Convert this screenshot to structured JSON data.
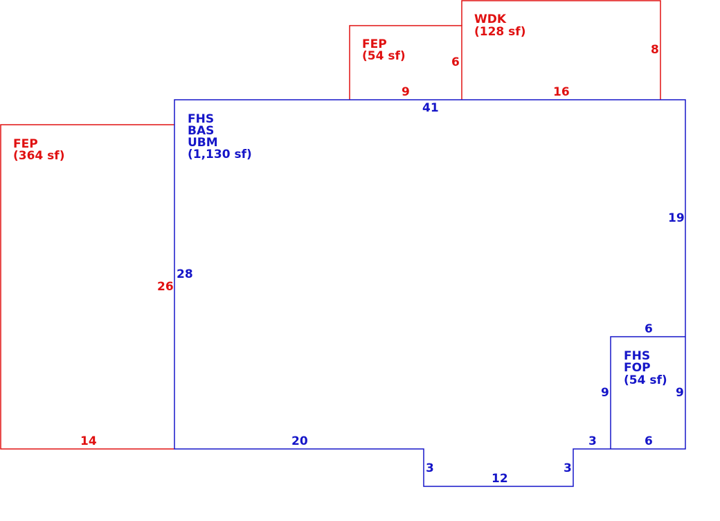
{
  "colors": {
    "addition": "#e01010",
    "main_structure": "#1515c8",
    "background": "#ffffff"
  },
  "areas": {
    "fep_left": {
      "codes": [
        "FEP"
      ],
      "area": "(364 sf)"
    },
    "fep_top": {
      "codes": [
        "FEP"
      ],
      "area": "(54 sf)"
    },
    "wdk": {
      "codes": [
        "WDK"
      ],
      "area": "(128 sf)"
    },
    "main": {
      "codes": [
        "FHS",
        "BAS",
        "UBM"
      ],
      "area": "(1,130 sf)"
    },
    "fop": {
      "codes": [
        "FHS",
        "FOP"
      ],
      "area": "(54 sf)"
    }
  },
  "dimensions": {
    "fep_top_height": "6",
    "fep_top_width": "9",
    "wdk_height": "8",
    "wdk_width": "16",
    "main_top": "41",
    "main_right": "19",
    "main_left": "28",
    "fep_left_height": "26",
    "fep_left_width": "14",
    "main_bottom_left": "20",
    "bump_left": "3",
    "bump_bottom": "12",
    "bump_right": "3",
    "main_bottom_right": "3",
    "fop_top": "6",
    "fop_left": "9",
    "fop_right": "9",
    "fop_bottom": "6"
  }
}
